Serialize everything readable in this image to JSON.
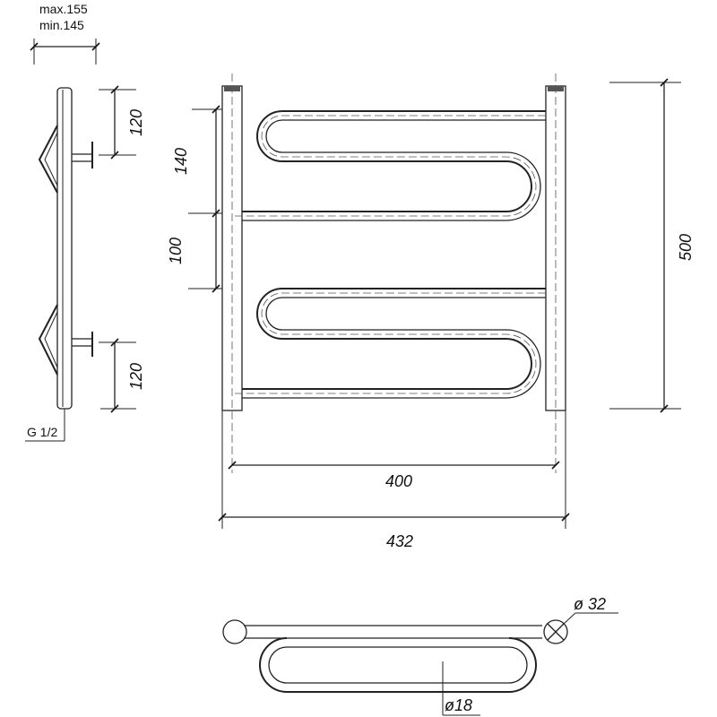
{
  "side_view": {
    "gap_max_label": "max.155",
    "gap_min_label": "min.145",
    "bracket_top_dim": "120",
    "bracket_bottom_dim": "120",
    "thread_label": "G 1/2"
  },
  "front_view": {
    "upper_spacing_dim": "140",
    "lower_spacing_dim": "100",
    "height_dim": "500",
    "center_distance_dim": "400",
    "overall_width_dim": "432"
  },
  "top_view": {
    "collector_diameter_label": "ø 32",
    "pipe_diameter_label": "ø18"
  }
}
